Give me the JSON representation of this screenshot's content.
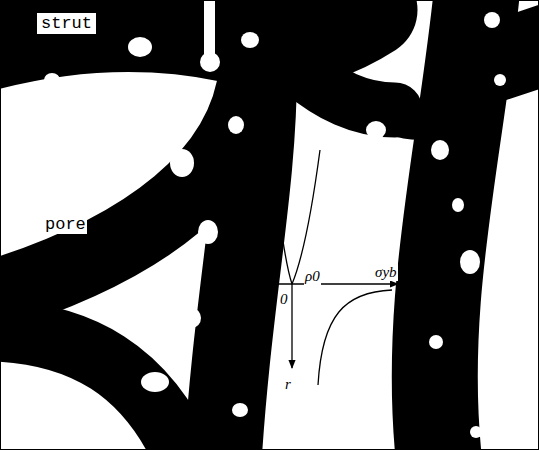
{
  "diagram": {
    "labels": [
      "strut",
      "pore",
      "0",
      "ρ0",
      "σyb",
      "r"
    ]
  }
}
